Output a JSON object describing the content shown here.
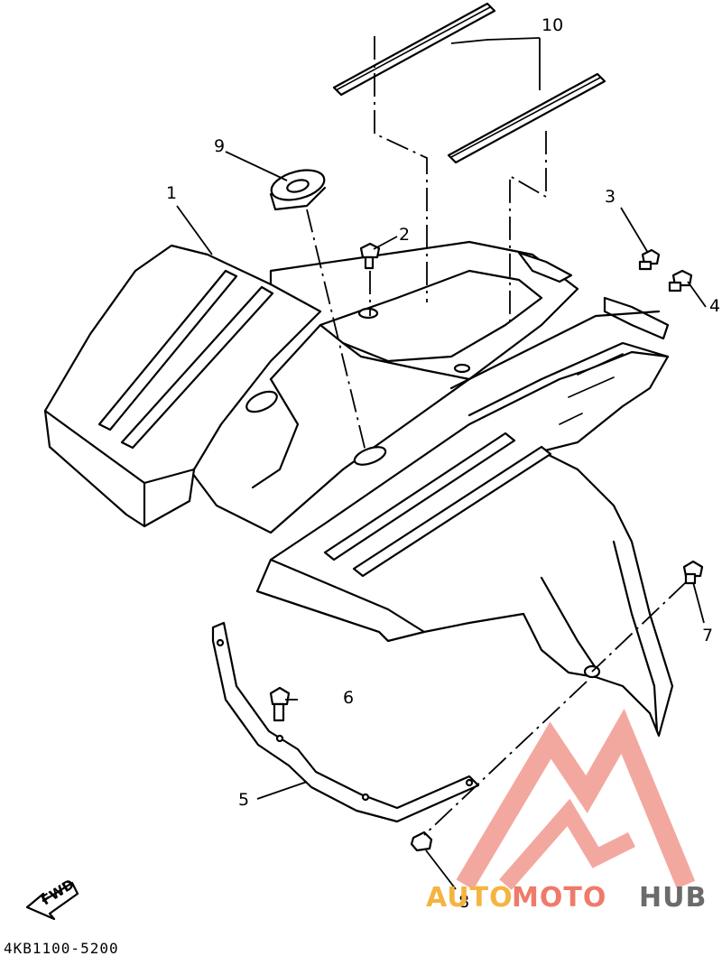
{
  "diagram": {
    "part_code": "4KB1100-5200",
    "fwd_label": "FWD",
    "callouts": [
      {
        "id": "1",
        "label": "1"
      },
      {
        "id": "2",
        "label": "2"
      },
      {
        "id": "3",
        "label": "3"
      },
      {
        "id": "4",
        "label": "4"
      },
      {
        "id": "5",
        "label": "5"
      },
      {
        "id": "6",
        "label": "6"
      },
      {
        "id": "7",
        "label": "7"
      },
      {
        "id": "8",
        "label": "8"
      },
      {
        "id": "9",
        "label": "9"
      },
      {
        "id": "10",
        "label": "10"
      }
    ]
  },
  "watermark": {
    "word_a": "AUTO",
    "word_b": "MOTO",
    "word_c": "HUB",
    "color_a": "#f5b441",
    "color_b": "#f07a6a",
    "color_c": "#6b6b6b",
    "logo_color": "#f29a8f"
  }
}
